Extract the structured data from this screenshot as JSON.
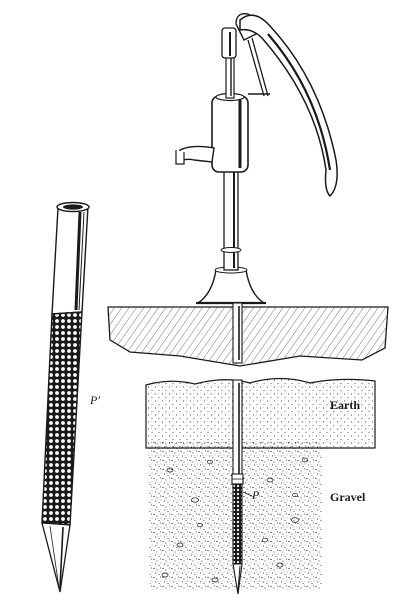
{
  "labels": {
    "earth": "Earth",
    "gravel": "Gravel",
    "point": "P",
    "point_prime": "P′"
  },
  "colors": {
    "ink": "#1a1a1a",
    "paper": "#ffffff",
    "shade": "#3a3a3a"
  },
  "parts": {
    "pump": "hand-pump",
    "pipe": "well-pipe",
    "drive_point_detail": "drive-point",
    "ground_section": "earth-cross-section",
    "gravel_section": "gravel-cross-section"
  }
}
